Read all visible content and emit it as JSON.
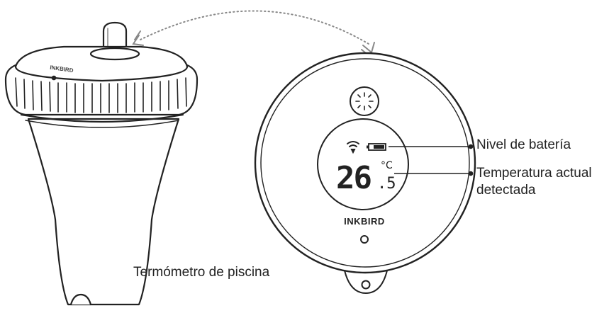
{
  "labels": {
    "battery": "Nivel de batería",
    "temperature_line1": "Temperatura actual",
    "temperature_line2": "detectada",
    "pool_thermometer": "Termómetro de piscina"
  },
  "device": {
    "brand": "INKBIRD",
    "display_value": "26",
    "display_decimal": ".5",
    "display_unit": "°C",
    "float_brand": "INKBIRD"
  },
  "colors": {
    "line": "#222222",
    "dotted_arrow": "#888888"
  },
  "icons": [
    "wifi-signal-icon",
    "battery-icon",
    "sun-light-sensor-icon"
  ]
}
